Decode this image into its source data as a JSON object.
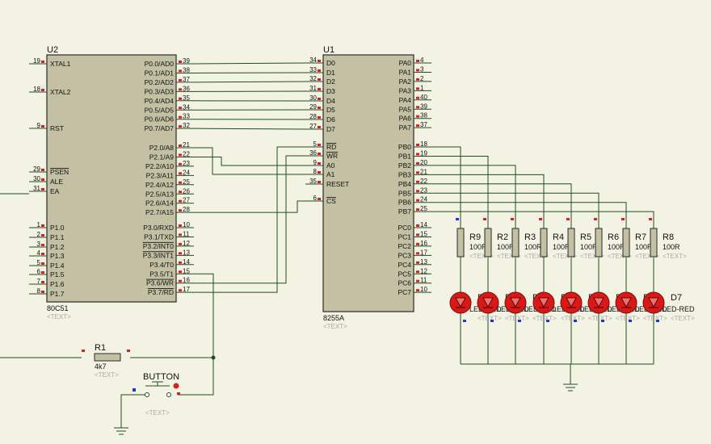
{
  "u2": {
    "ref": "U2",
    "part": "80C51",
    "text": "<TEXT>",
    "left_pins": [
      {
        "num": "19",
        "name": "XTAL1"
      },
      {
        "num": "18",
        "name": "XTAL2"
      },
      {
        "num": "9",
        "name": "RST"
      },
      {
        "num": "29",
        "name": "PSEN"
      },
      {
        "num": "30",
        "name": "ALE"
      },
      {
        "num": "31",
        "name": "EA"
      },
      {
        "num": "1",
        "name": "P1.0"
      },
      {
        "num": "2",
        "name": "P1.1"
      },
      {
        "num": "3",
        "name": "P1.2"
      },
      {
        "num": "4",
        "name": "P1.3"
      },
      {
        "num": "5",
        "name": "P1.4"
      },
      {
        "num": "6",
        "name": "P1.5"
      },
      {
        "num": "7",
        "name": "P1.6"
      },
      {
        "num": "8",
        "name": "P1.7"
      }
    ],
    "right_pins": [
      {
        "num": "39",
        "name": "P0.0/AD0"
      },
      {
        "num": "38",
        "name": "P0.1/AD1"
      },
      {
        "num": "37",
        "name": "P0.2/AD2"
      },
      {
        "num": "36",
        "name": "P0.3/AD3"
      },
      {
        "num": "35",
        "name": "P0.4/AD4"
      },
      {
        "num": "34",
        "name": "P0.5/AD5"
      },
      {
        "num": "33",
        "name": "P0.6/AD6"
      },
      {
        "num": "32",
        "name": "P0.7/AD7"
      },
      {
        "num": "21",
        "name": "P2.0/A8"
      },
      {
        "num": "22",
        "name": "P2.1/A9"
      },
      {
        "num": "23",
        "name": "P2.2/A10"
      },
      {
        "num": "24",
        "name": "P2.3/A11"
      },
      {
        "num": "25",
        "name": "P2.4/A12"
      },
      {
        "num": "26",
        "name": "P2.5/A13"
      },
      {
        "num": "27",
        "name": "P2.6/A14"
      },
      {
        "num": "28",
        "name": "P2.7/A15"
      },
      {
        "num": "10",
        "name": "P3.0/RXD"
      },
      {
        "num": "11",
        "name": "P3.1/TXD"
      },
      {
        "num": "12",
        "name": "P3.2/INT0"
      },
      {
        "num": "13",
        "name": "P3.3/INT1"
      },
      {
        "num": "14",
        "name": "P3.4/T0"
      },
      {
        "num": "15",
        "name": "P3.5/T1"
      },
      {
        "num": "16",
        "name": "P3.6/WR"
      },
      {
        "num": "17",
        "name": "P3.7/RD"
      }
    ]
  },
  "u1": {
    "ref": "U1",
    "part": "8255A",
    "text": "<TEXT>",
    "left_pins": [
      {
        "num": "34",
        "name": "D0"
      },
      {
        "num": "33",
        "name": "D1"
      },
      {
        "num": "32",
        "name": "D2"
      },
      {
        "num": "31",
        "name": "D3"
      },
      {
        "num": "30",
        "name": "D4"
      },
      {
        "num": "29",
        "name": "D5"
      },
      {
        "num": "28",
        "name": "D6"
      },
      {
        "num": "27",
        "name": "D7"
      },
      {
        "num": "5",
        "name": "RD"
      },
      {
        "num": "36",
        "name": "WR"
      },
      {
        "num": "9",
        "name": "A0"
      },
      {
        "num": "8",
        "name": "A1"
      },
      {
        "num": "35",
        "name": "RESET"
      },
      {
        "num": "6",
        "name": "CS"
      }
    ],
    "right_pins": [
      {
        "num": "4",
        "name": "PA0"
      },
      {
        "num": "3",
        "name": "PA1"
      },
      {
        "num": "2",
        "name": "PA2"
      },
      {
        "num": "1",
        "name": "PA3"
      },
      {
        "num": "40",
        "name": "PA4"
      },
      {
        "num": "39",
        "name": "PA5"
      },
      {
        "num": "38",
        "name": "PA6"
      },
      {
        "num": "37",
        "name": "PA7"
      },
      {
        "num": "18",
        "name": "PB0"
      },
      {
        "num": "19",
        "name": "PB1"
      },
      {
        "num": "20",
        "name": "PB2"
      },
      {
        "num": "21",
        "name": "PB3"
      },
      {
        "num": "22",
        "name": "PB4"
      },
      {
        "num": "23",
        "name": "PB5"
      },
      {
        "num": "24",
        "name": "PB6"
      },
      {
        "num": "25",
        "name": "PB7"
      },
      {
        "num": "14",
        "name": "PC0"
      },
      {
        "num": "15",
        "name": "PC1"
      },
      {
        "num": "16",
        "name": "PC2"
      },
      {
        "num": "17",
        "name": "PC3"
      },
      {
        "num": "13",
        "name": "PC4"
      },
      {
        "num": "12",
        "name": "PC5"
      },
      {
        "num": "11",
        "name": "PC6"
      },
      {
        "num": "10",
        "name": "PC7"
      }
    ]
  },
  "resistors": [
    {
      "ref": "R9",
      "value": "100R",
      "text": "<TEXT>"
    },
    {
      "ref": "R2",
      "value": "100R",
      "text": "<TEXT>"
    },
    {
      "ref": "R3",
      "value": "100R",
      "text": "<TEXT>"
    },
    {
      "ref": "R4",
      "value": "100R",
      "text": "<TEXT>"
    },
    {
      "ref": "R5",
      "value": "100R",
      "text": "<TEXT>"
    },
    {
      "ref": "R6",
      "value": "100R",
      "text": "<TEXT>"
    },
    {
      "ref": "R7",
      "value": "100R",
      "text": "<TEXT>"
    },
    {
      "ref": "R8",
      "value": "100R",
      "text": "<TEXT>"
    }
  ],
  "leds": [
    {
      "ref": "D",
      "value": "LED-RED",
      "text": "<TEXT>"
    },
    {
      "ref": "D",
      "value": "LED-RED",
      "text": "<TEXT>"
    },
    {
      "ref": "D",
      "value": "LED-RED",
      "text": "<TEXT>"
    },
    {
      "ref": "D",
      "value": "LED-RED",
      "text": "<TEXT>"
    },
    {
      "ref": "D",
      "value": "LED-RED",
      "text": "<TEXT>"
    },
    {
      "ref": "D",
      "value": "LED-RED",
      "text": "<TEXT>"
    },
    {
      "ref": "D",
      "value": "LED-RED",
      "text": "<TEXT>"
    },
    {
      "ref": "D7",
      "value": "LED-RED",
      "text": "<TEXT>"
    }
  ],
  "r1": {
    "ref": "R1",
    "value": "4k7",
    "text": "<TEXT>"
  },
  "button": {
    "ref": "BUTTON",
    "text": "<TEXT>"
  },
  "colors": {
    "background": "#f3f3e4",
    "chip": "#c3c0a3",
    "wire": "#1f4f1f",
    "pin_marker": "#d92020",
    "led": "#d91818"
  }
}
